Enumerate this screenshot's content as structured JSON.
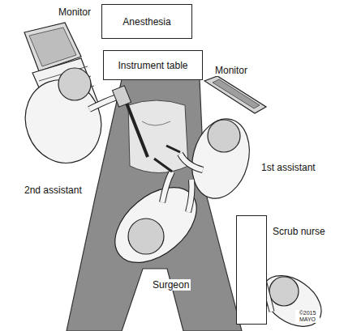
{
  "diagram": {
    "nodes": [
      {
        "text": [
          "Anesthesia"
        ]
      },
      {
        "text": [
          "Instrument table"
        ]
      },
      {
        "text": [
          "Scrub nurse"
        ]
      }
    ],
    "labels": [
      "Monitor",
      "Monitor",
      "2nd assistant",
      "1st assistant",
      "Surgeon",
      "©2015 MAYO"
    ]
  }
}
